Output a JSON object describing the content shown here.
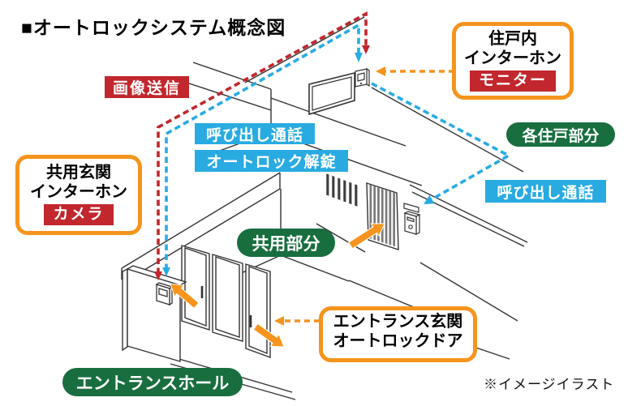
{
  "title": "■オートロックシステム概念図",
  "note": "※イメージイラスト",
  "labels": {
    "image_send": "画像送信",
    "call_talk": "呼び出し通話",
    "autolock_unlock": "オートロック解錠",
    "call_talk_right": "呼び出し通話"
  },
  "callout_boxes": {
    "unit_interphone": {
      "line1": "住戸内",
      "line2": "インターホン",
      "badge": "モニター"
    },
    "shared_entrance_interphone": {
      "line1": "共用玄関",
      "line2": "インターホン",
      "badge": "カメラ"
    },
    "entrance_autolock_door": {
      "line1": "エントランス玄関",
      "line2": "オートロックドア"
    }
  },
  "area_labels": {
    "dwelling_unit": "各住戸部分",
    "common_area": "共用部分",
    "entrance_hall": "エントランスホール"
  },
  "colors": {
    "red": "#c1272d",
    "cyan": "#29abe2",
    "green": "#186e3f",
    "orange": "#f5941d",
    "sketch_line": "#333333"
  }
}
